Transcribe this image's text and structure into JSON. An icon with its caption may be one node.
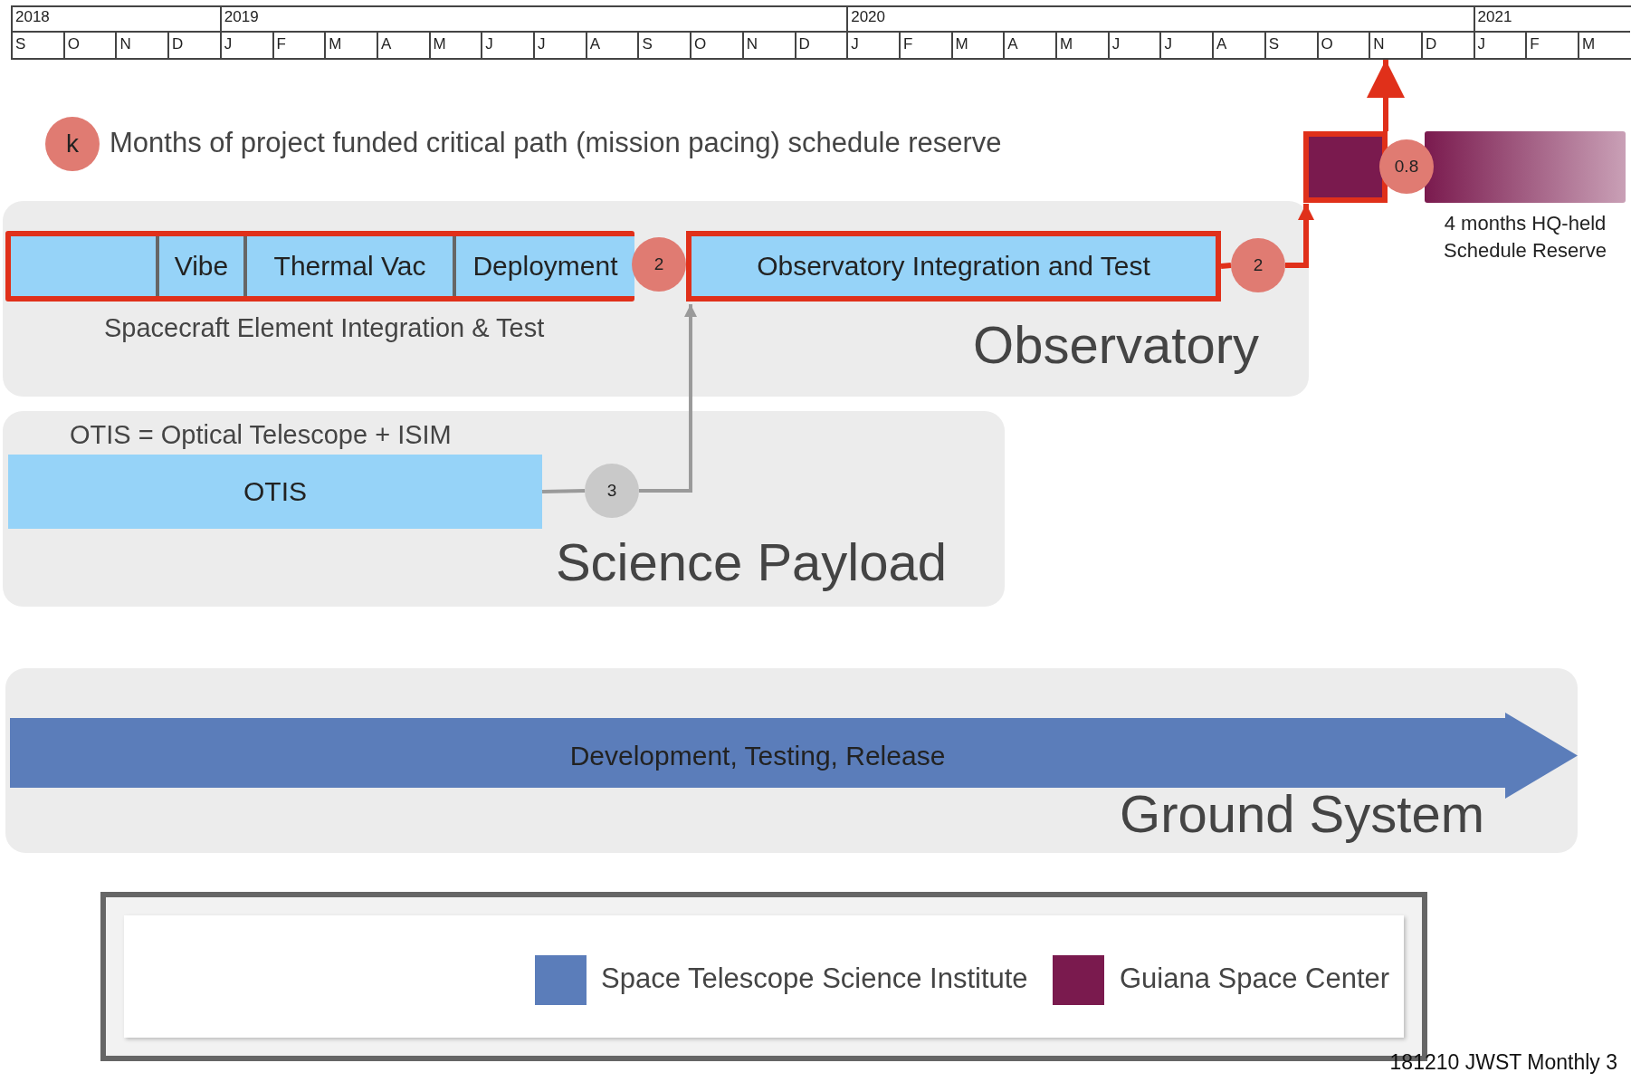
{
  "diagram": {
    "nodes": [
      {
        "text": [
          "Observatory"
        ]
      },
      {
        "text": [],
        "shape": "bar",
        "in": 0,
        "beside": [
          "Spacecraft Element Integration & Test"
        ]
      },
      {
        "text": [],
        "shape": "box",
        "in": 1
      },
      {
        "text": [
          "Vibe"
        ],
        "in": 1
      },
      {
        "text": [
          "Thermal Vac"
        ],
        "in": 1
      },
      {
        "text": [
          "Deployment"
        ],
        "in": 1
      },
      {
        "text": [
          "2"
        ],
        "in": 0
      },
      {
        "text": [
          "Observatory Integration and Test"
        ],
        "in": 0
      },
      {
        "text": [
          "2"
        ],
        "in": 0
      },
      {
        "text": [
          "Science Payload"
        ]
      },
      {
        "text": [
          "OTIS"
        ],
        "in": 9,
        "beside": [
          "OTIS = Optical Telescope + ISIM"
        ]
      },
      {
        "text": [
          "3"
        ],
        "in": 9
      },
      {
        "text": [],
        "shape": "box"
      },
      {
        "text": [
          "0.8"
        ]
      },
      {
        "text": [],
        "shape": "bar",
        "beside": [
          "4 months HQ-held Schedule Reserve"
        ]
      },
      {
        "text": [
          "Ground System"
        ]
      },
      {
        "text": [
          "Development, Testing, Release"
        ],
        "in": 15
      },
      {
        "text": [
          "N"
        ]
      }
    ],
    "edges": [
      {
        "from": 10,
        "to": 11,
        "arrow": "none",
        "color": "#9a9a9a"
      },
      {
        "from": 11,
        "to": 7,
        "arrow": "to",
        "color": "#9a9a9a"
      },
      {
        "from": 7,
        "to": 8,
        "arrow": "none"
      },
      {
        "from": 8,
        "to": 12,
        "arrow": "to"
      },
      {
        "from": 12,
        "to": 17,
        "arrow": "to"
      }
    ],
    "labels": [
      "2018",
      "2019",
      "2020",
      "2021",
      "S",
      "O",
      "N",
      "D",
      "J",
      "F",
      "M",
      "A",
      "M",
      "J",
      "J",
      "A",
      "S",
      "O",
      "N",
      "D",
      "J",
      "F",
      "M",
      "A",
      "M",
      "J",
      "J",
      "A",
      "S",
      "O",
      "D",
      "J",
      "F",
      "M",
      "k",
      "181210 JWST Monthly 3"
    ],
    "legend": [
      {
        "text": "Months of project funded critical path (mission pacing) schedule reserve"
      },
      {
        "text": "Space Telescope Science Institute",
        "color": "#5b7dba"
      },
      {
        "text": "Guiana Space Center",
        "color": "#7a1a4e"
      }
    ]
  }
}
